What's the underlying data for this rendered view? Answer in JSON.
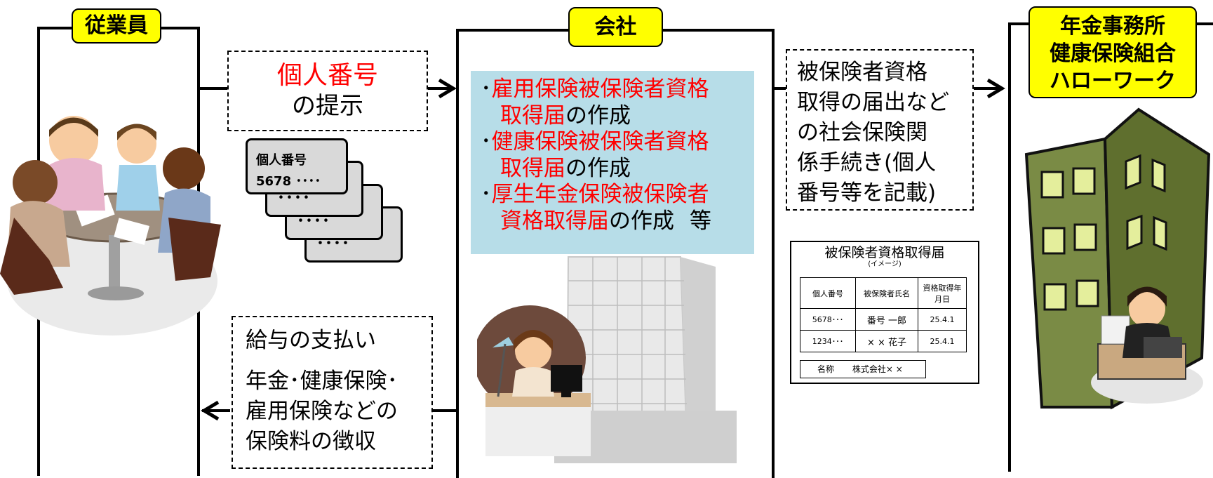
{
  "labels": {
    "employee": "従業員",
    "company": "会社",
    "office_lines": [
      "年金事務所",
      "健康保険組合",
      "ハローワーク"
    ]
  },
  "mynumber_box": {
    "red": "個人番号",
    "rest": "の提示"
  },
  "cards": {
    "title": "個人番号",
    "value": "5678 ････",
    "dots": "････"
  },
  "tasks": [
    {
      "red1": "雇用保険被保険者資格",
      "red2": "取得届",
      "rest": "の作成"
    },
    {
      "red1": "健康保険被保険者資格",
      "red2": "取得届",
      "rest": "の作成"
    },
    {
      "red1": "厚生年金保険被保険者",
      "red2": "資格取得届",
      "rest": "の作成",
      "tail": "等"
    }
  ],
  "bullet": "･",
  "notify_box": {
    "lines": [
      "被保険者資格",
      "取得の届出など",
      "の社会保険関",
      "係手続き(個人",
      "番号等を記載)"
    ]
  },
  "payment_box": {
    "line1": "給与の支払い",
    "lines": [
      "年金･健康保険･",
      "雇用保険などの",
      "保険料の徴収"
    ]
  },
  "form": {
    "title": "被保険者資格取得届",
    "subtitle": "(イメージ)",
    "headers": [
      "個人番号",
      "被保険者氏名",
      "資格取得年月日"
    ],
    "rows": [
      [
        "5678･･･",
        "番号 一郎",
        "25.4.1"
      ],
      [
        "1234･･･",
        "× × 花子",
        "25.4.1"
      ]
    ],
    "name_label": "名称",
    "name_value": "株式会社× ×"
  },
  "colors": {
    "accent_yellow": "#ffff00",
    "task_bg": "#b7dde8",
    "red_text": "#ff0000",
    "building": "#6b7d3a"
  }
}
